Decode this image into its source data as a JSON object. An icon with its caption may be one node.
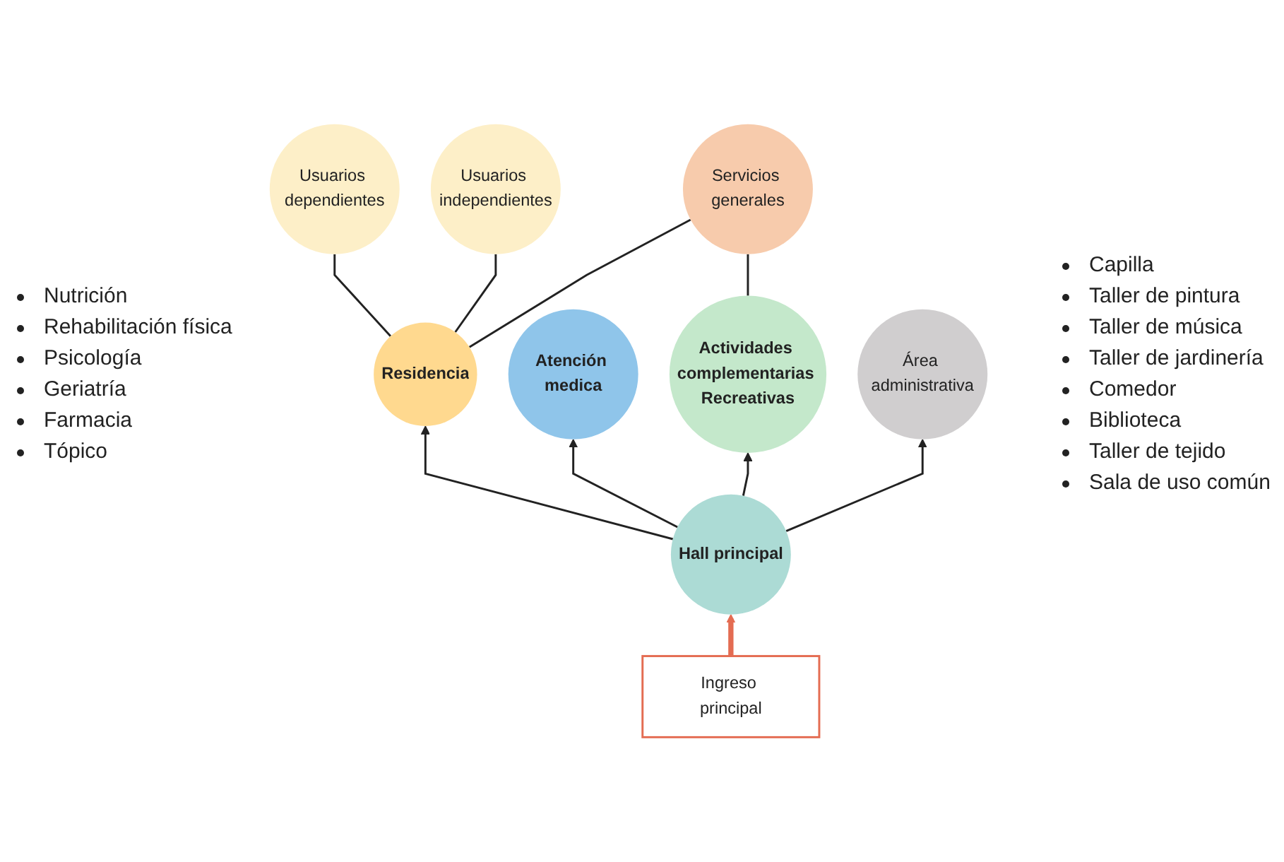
{
  "diagram": {
    "nodes": [
      {
        "text": [
          "Usuarios dependientes"
        ]
      },
      {
        "text": [
          "Usuarios independientes"
        ]
      },
      {
        "text": [
          "Servicios generales"
        ]
      },
      {
        "text": [
          "Residencia"
        ]
      },
      {
        "text": [
          "Atención medica"
        ],
        "beside": [
          "Nutrición",
          "Rehabilitación física",
          "Psicología",
          "Geriatría",
          "Farmacia",
          "Tópico"
        ]
      },
      {
        "text": [
          "Actividades complementarias Recreativas"
        ],
        "beside": [
          "Capilla",
          "Taller de pintura",
          "Taller de música",
          "Taller de jardinería",
          "Comedor",
          "Biblioteca",
          "Taller de tejido",
          "Sala de uso común"
        ]
      },
      {
        "text": [
          "Hall principal"
        ]
      },
      {
        "text": [
          "Área administrativa"
        ]
      },
      {
        "text": [
          "Ingreso principal"
        ]
      }
    ],
    "edges": [
      {
        "from": 3,
        "to": 0,
        "arrow": "none"
      },
      {
        "from": 3,
        "to": 1,
        "arrow": "none"
      },
      {
        "from": 3,
        "to": 2,
        "arrow": "none"
      },
      {
        "from": 2,
        "to": 5,
        "arrow": "none"
      },
      {
        "from": 6,
        "to": 4,
        "arrow": "to"
      },
      {
        "from": 6,
        "to": 3,
        "arrow": "to"
      },
      {
        "from": 6,
        "to": 5,
        "arrow": "to"
      },
      {
        "from": 6,
        "to": 7,
        "arrow": "to"
      },
      {
        "from": 8,
        "to": 6,
        "arrow": "to",
        "style": "thick",
        "color": "#e46c52"
      }
    ]
  }
}
